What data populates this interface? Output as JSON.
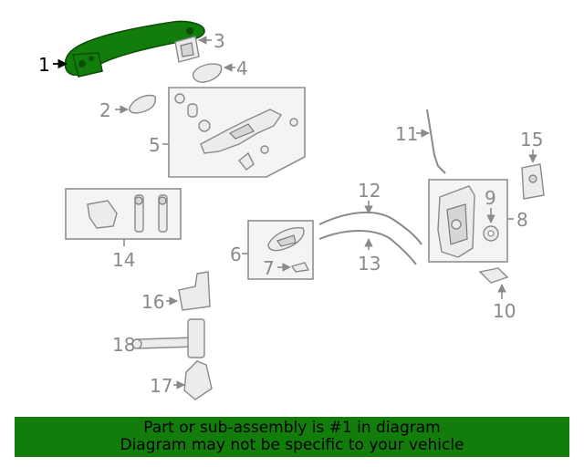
{
  "diagram": {
    "highlight_color": "#137d0c",
    "callouts": [
      "1",
      "2",
      "3",
      "4",
      "5",
      "6",
      "7",
      "8",
      "9",
      "10",
      "11",
      "12",
      "13",
      "14",
      "15",
      "16",
      "17",
      "18"
    ],
    "highlighted_callout": "1"
  },
  "banner": {
    "line1": "Part or sub-assembly is #1 in diagram",
    "line2": "Diagram may not be specific to your vehicle"
  }
}
